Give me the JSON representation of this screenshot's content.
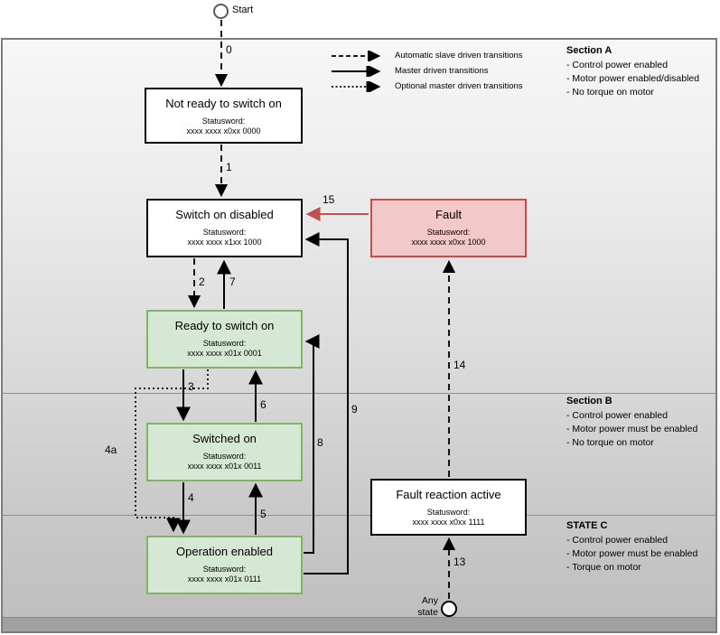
{
  "start": {
    "label": "Start"
  },
  "any_state": {
    "line1": "Any",
    "line2": "state"
  },
  "legend": {
    "items": [
      {
        "style": "dashed",
        "label": "Automatic slave driven  transitions"
      },
      {
        "style": "solid",
        "label": "Master driven transitions"
      },
      {
        "style": "dotted",
        "label": "Optional master driven transitions"
      }
    ]
  },
  "sections": [
    {
      "title": "Section A",
      "lines": [
        "- Control power enabled",
        "- Motor power enabled/disabled",
        "- No torque on motor"
      ]
    },
    {
      "title": "Section B",
      "lines": [
        "- Control power enabled",
        "- Motor power must be enabled",
        "- No torque on motor"
      ]
    },
    {
      "title": "STATE C",
      "lines": [
        "- Control power enabled",
        "- Motor power must be enabled",
        "- Torque on motor"
      ]
    }
  ],
  "states": [
    {
      "title": "Not ready to switch on",
      "statusword_label": "Statusword:",
      "statusword": "xxxx xxxx x0xx 0000",
      "kind": "white"
    },
    {
      "title": "Switch on disabled",
      "statusword_label": "Statusword:",
      "statusword": "xxxx xxxx x1xx 1000",
      "kind": "white"
    },
    {
      "title": "Fault",
      "statusword_label": "Statusword:",
      "statusword": "xxxx xxxx x0xx 1000",
      "kind": "red"
    },
    {
      "title": "Ready to switch on",
      "statusword_label": "Statusword:",
      "statusword": "xxxx xxxx x01x 0001",
      "kind": "green"
    },
    {
      "title": "Switched on",
      "statusword_label": "Statusword:",
      "statusword": "xxxx xxxx x01x 0011",
      "kind": "green"
    },
    {
      "title": "Operation enabled",
      "statusword_label": "Statusword:",
      "statusword": "xxxx xxxx x01x 0111",
      "kind": "green"
    },
    {
      "title": "Fault reaction active",
      "statusword_label": "Statusword:",
      "statusword": "xxxx xxxx x0xx 1111",
      "kind": "white"
    }
  ],
  "transitions": {
    "t0": "0",
    "t1": "1",
    "t2": "2",
    "t3": "3",
    "t4": "4",
    "t4a": "4a",
    "t5": "5",
    "t6": "6",
    "t7": "7",
    "t8": "8",
    "t9": "9",
    "t13": "13",
    "t14": "14",
    "t15": "15"
  },
  "colors": {
    "green_fill": "#d5e8d4",
    "green_border": "#82b366",
    "red_fill": "#f2c8c8",
    "red_border": "#c0504d",
    "red_arrow": "#c0504d"
  }
}
